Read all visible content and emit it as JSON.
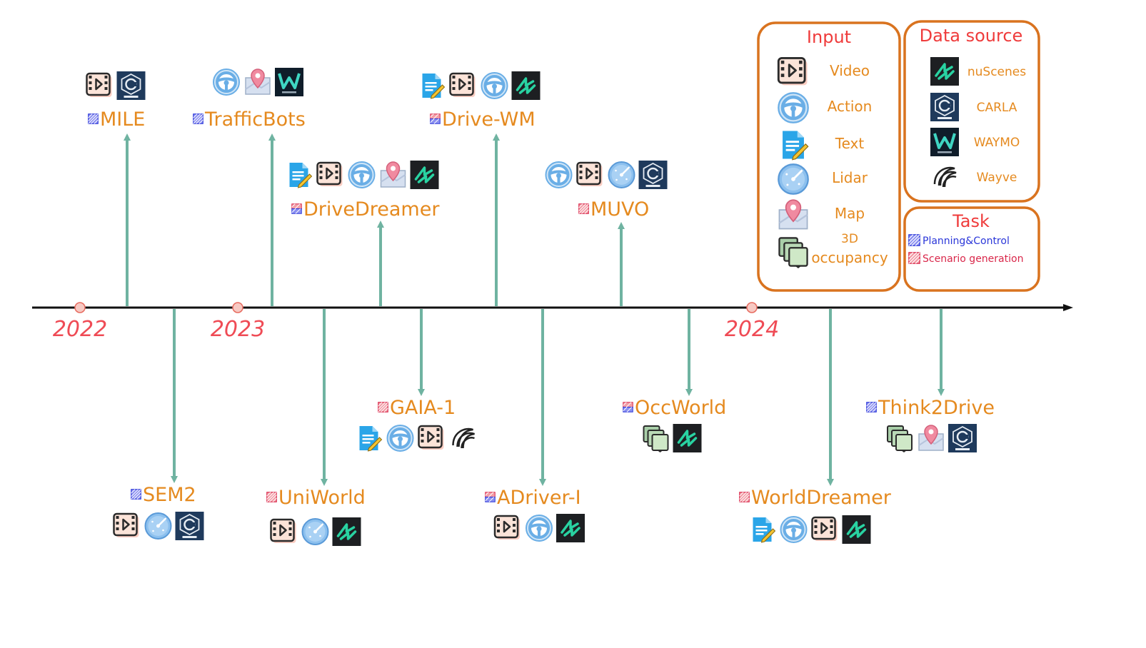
{
  "years": [
    {
      "label": "2022",
      "pos": 0
    },
    {
      "label": "2023",
      "pos": 1
    },
    {
      "label": "2024",
      "pos": 3
    }
  ],
  "models": [
    {
      "name": "MILE",
      "task": "planning",
      "icons": [
        "video",
        "carla"
      ]
    },
    {
      "name": "SEM2",
      "task": "planning",
      "icons": [
        "video",
        "lidar",
        "carla"
      ]
    },
    {
      "name": "TrafficBots",
      "task": "planning",
      "icons": [
        "action",
        "map",
        "waymo"
      ]
    },
    {
      "name": "UniWorld",
      "task": "scenario",
      "icons": [
        "video",
        "lidar",
        "nuscenes"
      ]
    },
    {
      "name": "DriveDreamer",
      "task": "both",
      "icons": [
        "text",
        "video",
        "action",
        "map",
        "nuscenes"
      ]
    },
    {
      "name": "GAIA-1",
      "task": "scenario",
      "icons": [
        "text",
        "action",
        "video",
        "wayve"
      ]
    },
    {
      "name": "Drive-WM",
      "task": "both",
      "icons": [
        "text",
        "video",
        "action",
        "nuscenes"
      ]
    },
    {
      "name": "ADriver-I",
      "task": "both",
      "icons": [
        "video",
        "action",
        "nuscenes"
      ]
    },
    {
      "name": "MUVO",
      "task": "scenario",
      "icons": [
        "action",
        "video",
        "lidar",
        "carla"
      ]
    },
    {
      "name": "OccWorld",
      "task": "both",
      "icons": [
        "occupancy",
        "nuscenes"
      ]
    },
    {
      "name": "WorldDreamer",
      "task": "scenario",
      "icons": [
        "text",
        "action",
        "video",
        "nuscenes"
      ]
    },
    {
      "name": "Think2Drive",
      "task": "planning",
      "icons": [
        "occupancy",
        "map",
        "carla"
      ]
    }
  ],
  "legend": {
    "input": {
      "title": "Input",
      "items": [
        {
          "icon": "video",
          "label": "Video"
        },
        {
          "icon": "action",
          "label": "Action"
        },
        {
          "icon": "text",
          "label": "Text"
        },
        {
          "icon": "lidar",
          "label": "Lidar"
        },
        {
          "icon": "map",
          "label": "Map"
        },
        {
          "icon": "occupancy",
          "label": "3D occupancy"
        }
      ]
    },
    "data_source": {
      "title": "Data source",
      "items": [
        {
          "icon": "nuscenes",
          "label": "nuScenes"
        },
        {
          "icon": "carla",
          "label": "CARLA"
        },
        {
          "icon": "waymo",
          "label": "WAYMO"
        },
        {
          "icon": "wayve",
          "label": "Wayve"
        }
      ]
    },
    "task": {
      "title": "Task",
      "items": [
        {
          "icon": "planning",
          "label": "Planning&Control"
        },
        {
          "icon": "scenario",
          "label": "Scenario generation"
        }
      ]
    }
  },
  "colors": {
    "axis": "#111111",
    "stem": "#6fb3a1",
    "year": "#ef4b55",
    "model_name": "#e58a1f",
    "legend_border": "#d9731f",
    "planning_task": "#2a36d9",
    "scenario_task": "#d9274a"
  }
}
